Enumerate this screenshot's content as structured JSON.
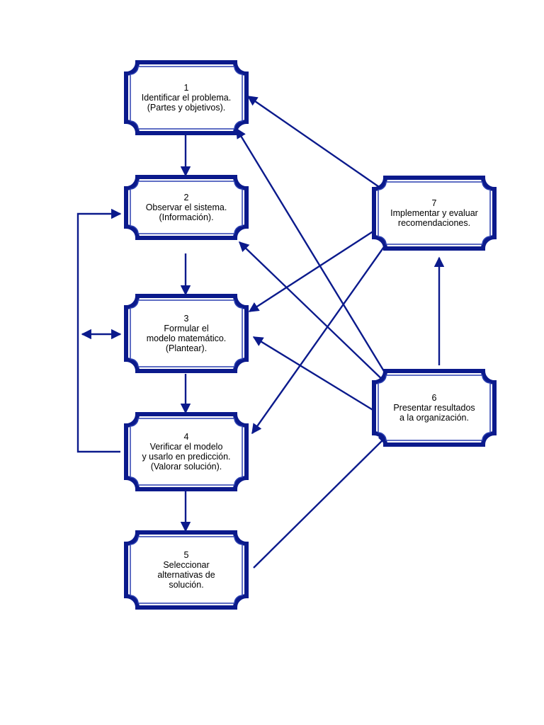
{
  "colors": {
    "frame": "#0b1a8c",
    "frame_inner": "#2a3fb0",
    "arrow": "#0b1a8c",
    "text": "#000000",
    "background": "#ffffff"
  },
  "nodes": [
    {
      "id": "1",
      "number": "1",
      "lines": [
        "Identificar el problema.",
        "(Partes y objetivos)."
      ]
    },
    {
      "id": "2",
      "number": "2",
      "lines": [
        "Observar el sistema.",
        "(Información)."
      ]
    },
    {
      "id": "3",
      "number": "3",
      "lines": [
        "Formular el",
        "modelo matemático.",
        "(Plantear)."
      ]
    },
    {
      "id": "4",
      "number": "4",
      "lines": [
        "Verificar el modelo",
        "y usarlo en predicción.",
        "(Valorar solución)."
      ]
    },
    {
      "id": "5",
      "number": "5",
      "lines": [
        "Seleccionar",
        "alternativas de",
        "solución."
      ]
    },
    {
      "id": "6",
      "number": "6",
      "lines": [
        "Presentar resultados",
        "a la organización."
      ]
    },
    {
      "id": "7",
      "number": "7",
      "lines": [
        "Implementar y evaluar",
        "recomendaciones."
      ]
    }
  ],
  "edges": [
    {
      "from": "1",
      "to": "2"
    },
    {
      "from": "2",
      "to": "3"
    },
    {
      "from": "3",
      "to": "4"
    },
    {
      "from": "4",
      "to": "5"
    },
    {
      "from": "4",
      "to": "2"
    },
    {
      "from": "4",
      "to": "3"
    },
    {
      "from": "5",
      "to": "6"
    },
    {
      "from": "6",
      "to": "7"
    },
    {
      "from": "6",
      "to": "1"
    },
    {
      "from": "6",
      "to": "2"
    },
    {
      "from": "6",
      "to": "3"
    },
    {
      "from": "7",
      "to": "1"
    },
    {
      "from": "7",
      "to": "3"
    },
    {
      "from": "7",
      "to": "4"
    }
  ]
}
